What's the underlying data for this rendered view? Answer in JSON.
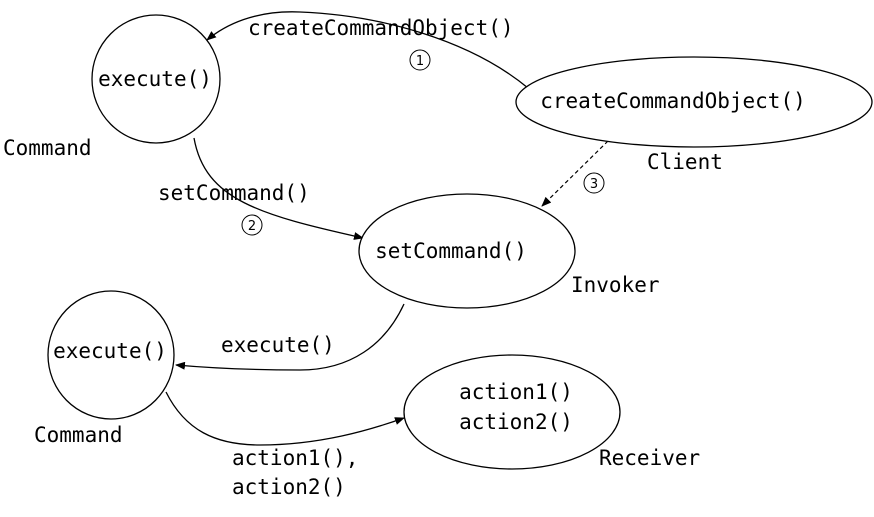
{
  "nodes": {
    "command_top": {
      "method": "execute()",
      "label": "Command"
    },
    "client": {
      "method": "createCommandObject()",
      "label": "Client"
    },
    "invoker": {
      "method": "setCommand()",
      "label": "Invoker"
    },
    "command_bottom": {
      "method": "execute()",
      "label": "Command"
    },
    "receiver": {
      "method_line1": "action1()",
      "method_line2": "action2()",
      "label": "Receiver"
    }
  },
  "edges": {
    "client_to_command": {
      "label": "createCommandObject()",
      "step": "1"
    },
    "command_to_invoker": {
      "label": "setCommand()",
      "step": "2"
    },
    "client_to_invoker": {
      "step": "3"
    },
    "invoker_to_command": {
      "label": "execute()"
    },
    "command_to_receiver": {
      "label_line1": "action1(),",
      "label_line2": "action2()"
    }
  }
}
